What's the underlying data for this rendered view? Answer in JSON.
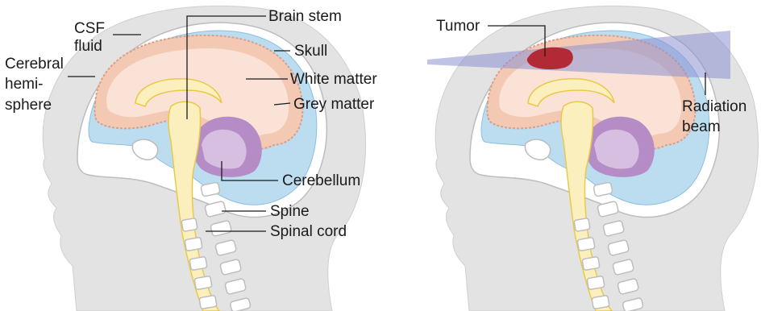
{
  "left_panel": {
    "labels": {
      "csf_line1": "CSF",
      "csf_line2": "fluid",
      "cerebral_line1": "Cerebral",
      "cerebral_line2": "hemi-",
      "cerebral_line3": "sphere",
      "brain_stem": "Brain stem",
      "skull": "Skull",
      "white_matter": "White matter",
      "grey_matter": "Grey matter",
      "cerebellum": "Cerebellum",
      "spine": "Spine",
      "spinal_cord": "Spinal cord"
    }
  },
  "right_panel": {
    "labels": {
      "tumor": "Tumor",
      "radiation_line1": "Radiation",
      "radiation_line2": "beam"
    }
  },
  "colors": {
    "skin": "#e3e3e3",
    "skull_bone": "#ffffff",
    "csf": "#bcdcef",
    "grey_matter": "#f3c9b4",
    "white_matter": "#fae2d6",
    "brain_stem": "#fbefbd",
    "cerebellum": "#b58cc6",
    "tumor": "#b22a35",
    "radiation_beam": "#8c8fd1"
  }
}
